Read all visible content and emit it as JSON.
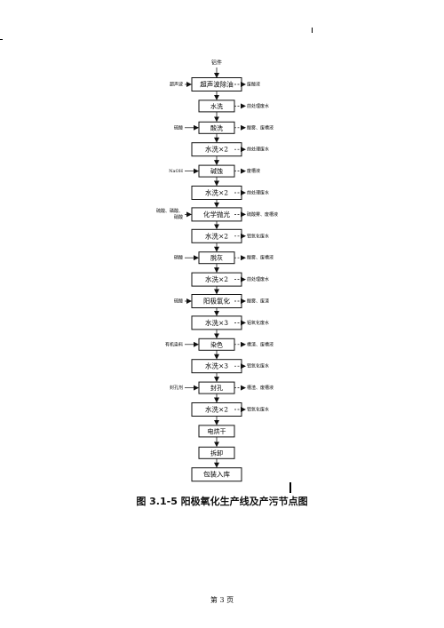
{
  "flow": {
    "input_label": "铝件",
    "steps": [
      {
        "label": "超声波除油",
        "in": "超声波",
        "out": "废酸液"
      },
      {
        "label": "水洗",
        "in": "",
        "out": "前处理废水"
      },
      {
        "label": "酸洗",
        "in": "硫酸",
        "out": "酸雾、废槽液"
      },
      {
        "label": "水洗×2",
        "in": "",
        "out": "前处理废水"
      },
      {
        "label": "碱蚀",
        "in": "NaOH",
        "out": "废槽液"
      },
      {
        "label": "水洗×2",
        "in": "",
        "out": "前处理废水"
      },
      {
        "label": "化学抛光",
        "in": "硫酸、磷酸、硝酸",
        "out": "硫酸雾、废槽液"
      },
      {
        "label": "水洗×2",
        "in": "",
        "out": "铝氧化废水"
      },
      {
        "label": "脱灰",
        "in": "硝酸",
        "out": "酸雾、废槽液"
      },
      {
        "label": "水洗×2",
        "in": "",
        "out": "前处理废水"
      },
      {
        "label": "阳极氧化",
        "in": "硫酸",
        "out": "酸雾、废渣"
      },
      {
        "label": "水洗×3",
        "in": "",
        "out": "铝氧化废水"
      },
      {
        "label": "染色",
        "in": "有机染料",
        "out": "槽渣、废槽液"
      },
      {
        "label": "水洗×3",
        "in": "",
        "out": "铝氧化废水"
      },
      {
        "label": "封孔",
        "in": "封孔剂",
        "out": "槽渣、废槽液"
      },
      {
        "label": "水洗×2",
        "in": "",
        "out": "铝氧化废水"
      },
      {
        "label": "电烘干",
        "in": "",
        "out": ""
      },
      {
        "label": "拆卸",
        "in": "",
        "out": ""
      },
      {
        "label": "包装入库",
        "in": "",
        "out": ""
      }
    ]
  },
  "caption": "图 3.1-5 阳极氧化生产线及产污节点图",
  "page_number": "第 3 页"
}
